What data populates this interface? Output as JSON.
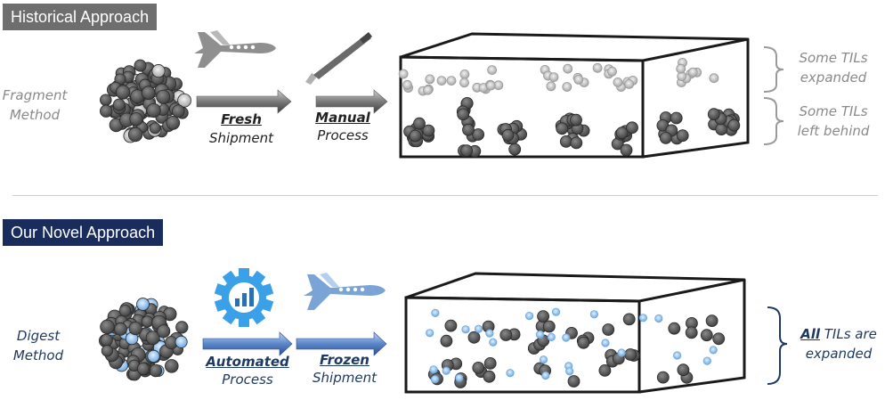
{
  "historical": {
    "tag": "Historical Approach",
    "method_line1": "Fragment",
    "method_line2": "Method",
    "step1_line1": "Fresh",
    "step1_line2": "Shipment",
    "step2_line1": "Manual",
    "step2_line2": "Process",
    "result_top_line1": "Some TILs",
    "result_top_line2": "expanded",
    "result_bottom_line1": "Some TILs",
    "result_bottom_line2": "left behind",
    "icons": [
      "airplane-icon",
      "scalpel-icon",
      "tumor-fragment-icon",
      "culture-container"
    ]
  },
  "novel": {
    "tag": "Our Novel Approach",
    "method_line1": "Digest",
    "method_line2": "Method",
    "step1_line1": "Automated",
    "step1_line2": "Process",
    "step2_line1": "Frozen",
    "step2_line2": "Shipment",
    "result_emph": "All",
    "result_rest": " TILs are",
    "result_line2": "expanded",
    "icons": [
      "gear-chart-icon",
      "airplane-icon",
      "tumor-digest-icon",
      "culture-container"
    ]
  },
  "colors": {
    "historical_tag": "#6e6e6e",
    "novel_tag": "#1a2c5c",
    "gray_text": "#8a8a8a",
    "navy_text": "#1e3a63",
    "gear_blue": "#3aa0e8",
    "arrow_blue": "#5b86c8",
    "til_blue": "#7fb5e6"
  }
}
